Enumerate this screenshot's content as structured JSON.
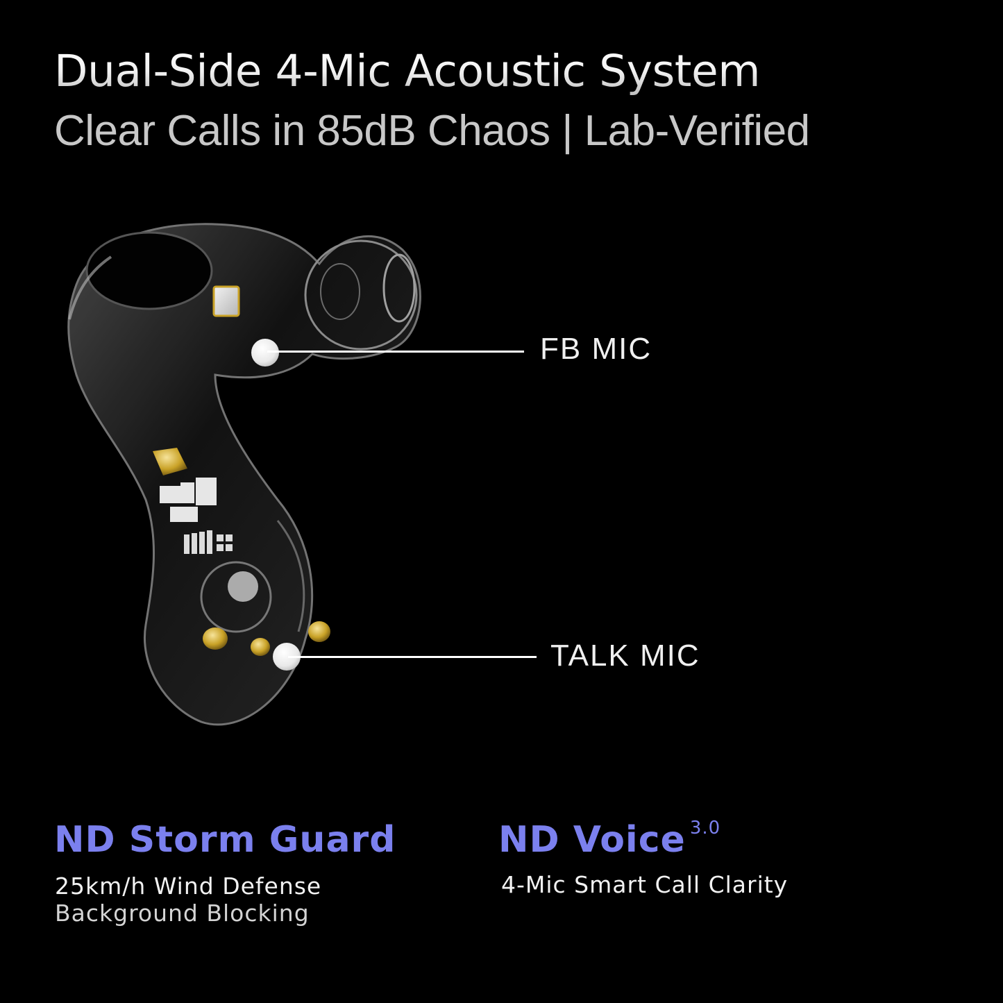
{
  "header": {
    "title": "Dual-Side 4-Mic Acoustic System",
    "subtitle": "Clear Calls in 85dB Chaos | Lab-Verified"
  },
  "product_image": {
    "icon": "transparent-earbud-illustration",
    "callouts": [
      {
        "label": "FB MIC"
      },
      {
        "label": "TALK MIC"
      }
    ]
  },
  "features": [
    {
      "title": "ND Storm Guard",
      "lines": [
        "25km/h Wind Defense",
        "Background Blocking"
      ]
    },
    {
      "title": "ND Voice",
      "superscript": "3.0",
      "lines": [
        "4-Mic Smart Call Clarity"
      ]
    }
  ],
  "colors": {
    "background": "#000000",
    "accent": "#7b80ee",
    "text": "#ffffff",
    "gold": "#c9a227"
  }
}
